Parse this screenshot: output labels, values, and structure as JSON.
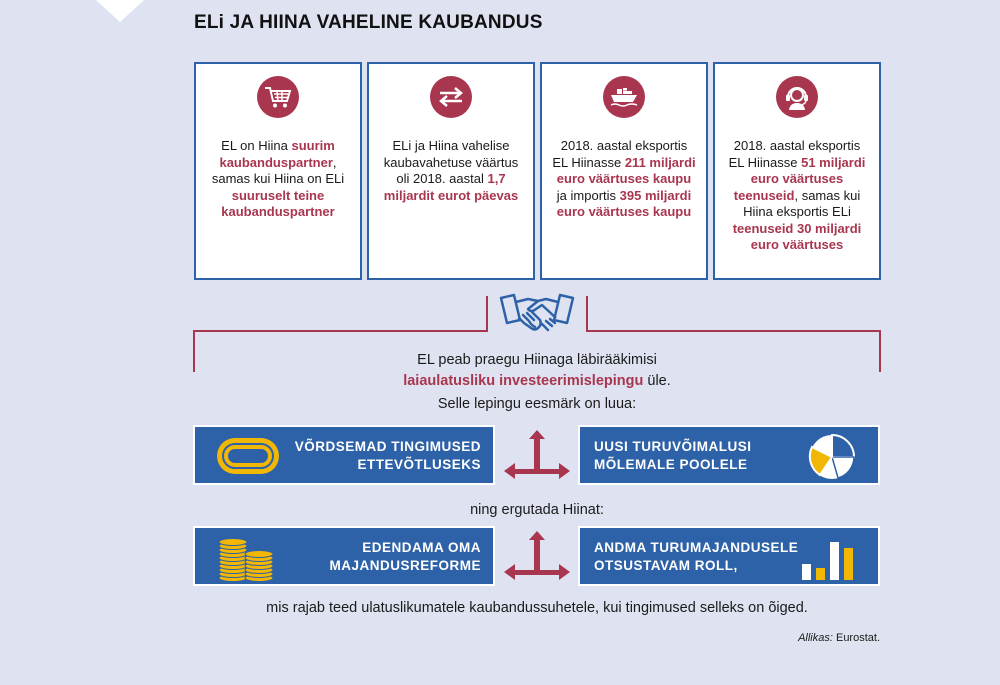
{
  "title": "ELi JA HIINA VAHELINE KAUBANDUS",
  "cards": [
    {
      "icon": "shopping-cart-icon",
      "parts": [
        {
          "t": "EL on Hiina ",
          "h": false
        },
        {
          "t": "suurim kaubanduspartner",
          "h": true
        },
        {
          "t": ", samas kui Hiina on ELi ",
          "h": false
        },
        {
          "t": "suuruselt teine kaubanduspartner",
          "h": true
        }
      ]
    },
    {
      "icon": "exchange-arrows-icon",
      "parts": [
        {
          "t": "ELi ja Hiina vahelise kaubavahetuse väärtus oli 2018. aastal ",
          "h": false
        },
        {
          "t": "1,7 miljardit eurot päevas",
          "h": true
        }
      ]
    },
    {
      "icon": "cargo-ship-icon",
      "parts": [
        {
          "t": "2018. aastal eksportis EL Hiinasse ",
          "h": false
        },
        {
          "t": "211 miljardi euro väärtuses kaupu",
          "h": true
        },
        {
          "t": " ja importis ",
          "h": false
        },
        {
          "t": "395 miljardi euro väärtuses kaupu",
          "h": true
        }
      ]
    },
    {
      "icon": "headset-service-icon",
      "parts": [
        {
          "t": "2018. aastal eksportis EL Hiinasse ",
          "h": false
        },
        {
          "t": "51 miljardi euro väärtuses teenuseid",
          "h": true
        },
        {
          "t": ", samas kui Hiina eksportis ELi ",
          "h": false
        },
        {
          "t": "teenuseid 30 miljardi euro väärtuses",
          "h": true
        }
      ]
    }
  ],
  "negotiation": {
    "line1": "EL peab praegu Hiinaga läbirääkimisi",
    "line2_highlight": "laiaulatusliku investeerimislepingu",
    "line2_rest": " üle.",
    "line3": "Selle lepingu eesmärk on luua:"
  },
  "boxes": {
    "level_playing_field": "VÕRDSEMAD TINGIMUSED\nETTEVÕTLUSEKS",
    "new_market_access": "UUSI TURUVÕIMALUSI\nMÕLEMALE POOLELE",
    "reforms": "EDENDAMA OMA\nMAJANDUSREFORME",
    "market_role": "ANDMA TURUMAJANDUSELE\nOTSUSTAVAM ROLL,"
  },
  "encourage_text": "ning ergutada Hiinat:",
  "conclusion": "mis rajab teed ulatuslikumatele kaubandussuhetele, kui tingimused selleks on õiged.",
  "source": {
    "label": "Allikas:",
    "value": " Eurostat."
  },
  "colors": {
    "blue": "#2e62a8",
    "maroon": "#a9364f",
    "yellow": "#f2b705",
    "background": "#dfe3f1"
  }
}
